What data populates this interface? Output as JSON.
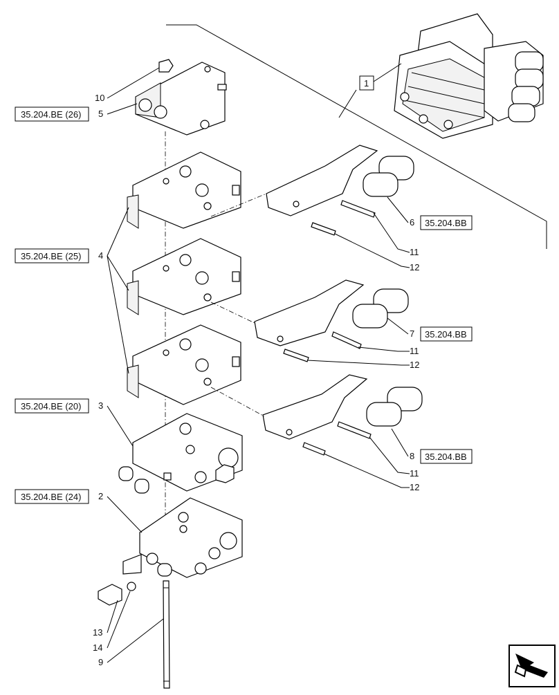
{
  "diagram": {
    "callouts": [
      {
        "id": "c1",
        "label": "1"
      },
      {
        "id": "c2",
        "label": "2"
      },
      {
        "id": "c3",
        "label": "3"
      },
      {
        "id": "c4",
        "label": "4"
      },
      {
        "id": "c5",
        "label": "5"
      },
      {
        "id": "c6",
        "label": "6"
      },
      {
        "id": "c7",
        "label": "7"
      },
      {
        "id": "c8",
        "label": "8"
      },
      {
        "id": "c9",
        "label": "9"
      },
      {
        "id": "c10",
        "label": "10"
      },
      {
        "id": "c11a",
        "label": "11"
      },
      {
        "id": "c11b",
        "label": "11"
      },
      {
        "id": "c11c",
        "label": "11"
      },
      {
        "id": "c12a",
        "label": "12"
      },
      {
        "id": "c12b",
        "label": "12"
      },
      {
        "id": "c12c",
        "label": "12"
      },
      {
        "id": "c13",
        "label": "13"
      },
      {
        "id": "c14",
        "label": "14"
      }
    ],
    "references": [
      {
        "id": "r26",
        "label": "35.204.BE (26)"
      },
      {
        "id": "r25",
        "label": "35.204.BE (25)"
      },
      {
        "id": "r20",
        "label": "35.204.BE (20)"
      },
      {
        "id": "r24",
        "label": "35.204.BE (24)"
      },
      {
        "id": "rbb1",
        "label": "35.204.BB"
      },
      {
        "id": "rbb2",
        "label": "35.204.BB"
      },
      {
        "id": "rbb3",
        "label": "35.204.BB"
      }
    ],
    "icons": {
      "navigation": "next-page-arrow-icon"
    }
  }
}
